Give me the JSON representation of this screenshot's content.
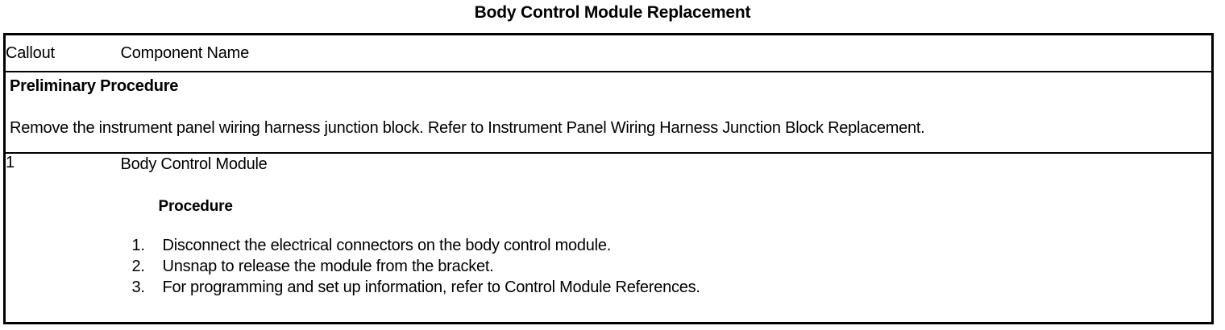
{
  "document": {
    "title": "Body Control Module Replacement"
  },
  "table": {
    "headers": {
      "callout": "Callout",
      "component_name": "Component Name"
    },
    "preliminary": {
      "heading": "Preliminary Procedure",
      "text": "Remove the instrument panel wiring harness junction block. Refer to Instrument Panel Wiring Harness Junction Block Replacement."
    },
    "rows": [
      {
        "callout": "1",
        "component_name": "Body Control Module",
        "procedure_heading": "Procedure",
        "steps": [
          {
            "number": "1.",
            "text": "Disconnect the electrical connectors on the body control module."
          },
          {
            "number": "2.",
            "text": "Unsnap to release the module from the bracket."
          },
          {
            "number": "3.",
            "text": "For programming and set up information, refer to Control Module References."
          }
        ]
      }
    ]
  },
  "style": {
    "text_color": "#000000",
    "background_color": "#ffffff",
    "border_color": "#000000"
  }
}
